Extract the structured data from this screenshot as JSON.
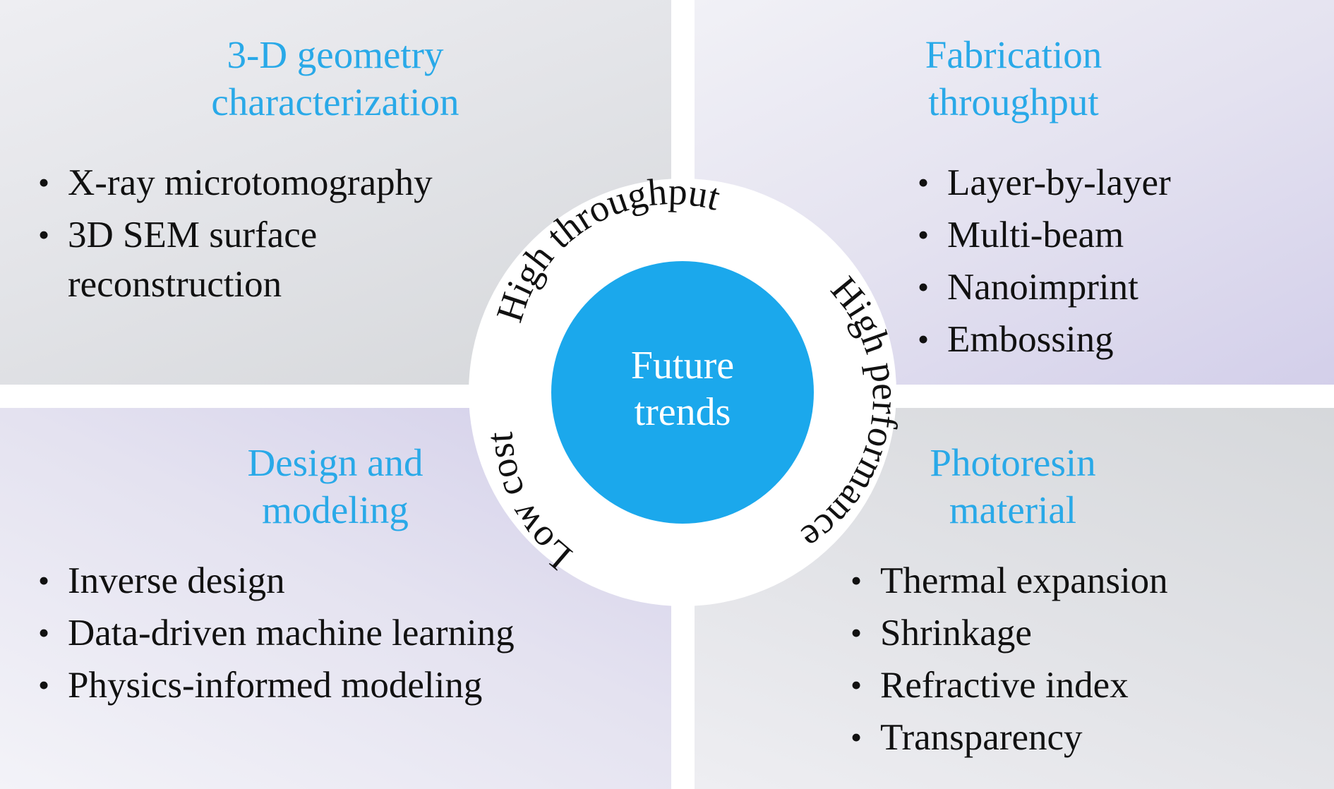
{
  "center": {
    "line1": "Future",
    "line2": "trends"
  },
  "ring_labels": {
    "top_left": "High throughput",
    "right": "High performance",
    "bottom_left": "Low cost"
  },
  "quadrants": {
    "top_left": {
      "title": [
        "3-D geometry",
        "characterization"
      ],
      "items": [
        "X-ray microtomography",
        "3D SEM surface",
        "reconstruction"
      ]
    },
    "top_right": {
      "title": [
        "Fabrication",
        "throughput"
      ],
      "items": [
        "Layer-by-layer",
        "Multi-beam",
        "Nanoimprint",
        "Embossing"
      ]
    },
    "bottom_left": {
      "title": [
        "Design and",
        "modeling"
      ],
      "items": [
        "Inverse design",
        "Data-driven machine learning",
        "Physics-informed modeling"
      ]
    },
    "bottom_right": {
      "title": [
        "Photoresin",
        "material"
      ],
      "items": [
        "Thermal expansion",
        "Shrinkage",
        "Refractive index",
        "Transparency"
      ]
    }
  },
  "colors": {
    "accent": "#1ba8ec",
    "title_text": "#29a9e8",
    "body_text": "#111111"
  }
}
